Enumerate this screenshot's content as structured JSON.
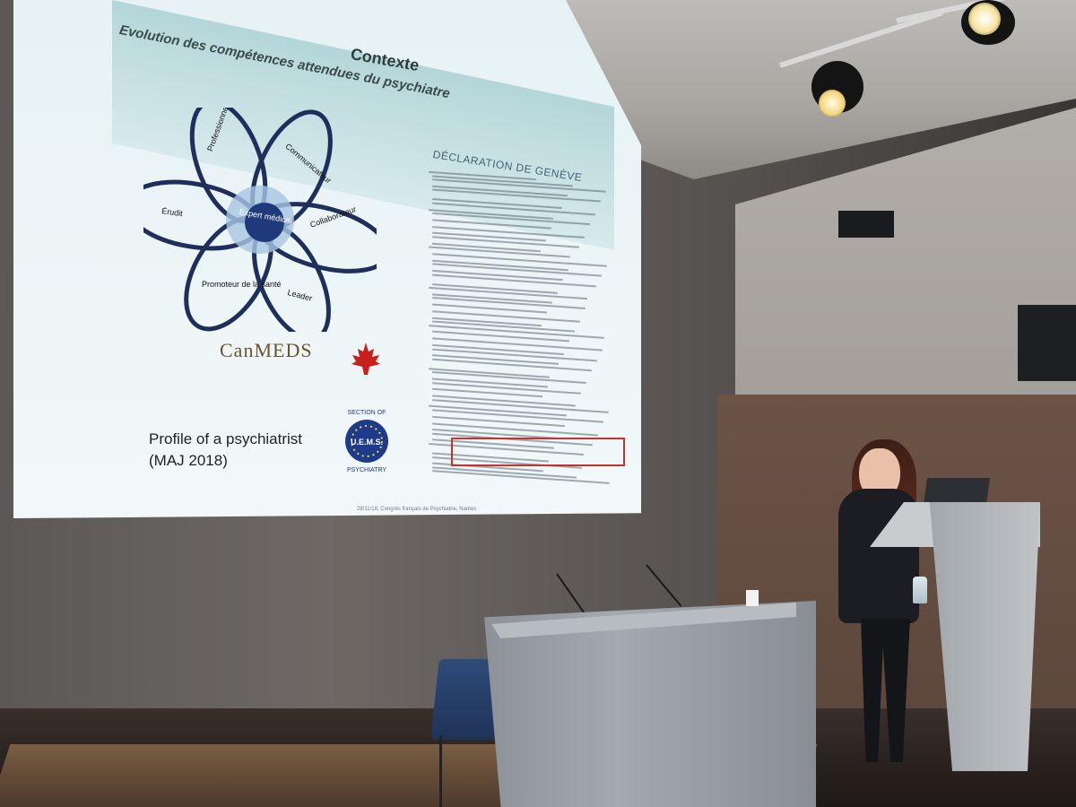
{
  "slide": {
    "title": "Contexte",
    "subtitle": "Evolution des compétences attendues du psychiatre",
    "roles": {
      "center": "Expert médical",
      "professional": "Professionnel",
      "communicator": "Communicateur",
      "scholar": "Érudit",
      "collaborator": "Collaborateur",
      "health_advocate": "Promoteur de la santé",
      "leader": "Leader"
    },
    "canmeds_logo": "CanMEDS",
    "uems_logo_text": {
      "top": "SECTION OF",
      "middle": "U.E.M.S.",
      "bottom": "PSYCHIATRY"
    },
    "profile_line1": "Profile of a psychiatrist",
    "profile_line2": "(MAJ 2018)",
    "declaration_title": "DÉCLARATION DE GENÈVE",
    "footer": "28/11/18, Congrès français de Psychiatrie, Nantes"
  },
  "colors": {
    "slide_bg": "#eef6f7",
    "header_band": "#c4dfe2",
    "flower_dark": "#1f2f5c",
    "flower_light": "#a8c6e2",
    "highlight_red": "#c8322e",
    "canmeds_gold": "#6a5430",
    "maple_red": "#c8201c",
    "uems_blue": "#1e3a8a",
    "stage_wood": "#6c5346"
  },
  "icons": [
    "maple-leaf-icon",
    "uems-logo-icon",
    "spotlight-icon",
    "microphone-icon"
  ]
}
